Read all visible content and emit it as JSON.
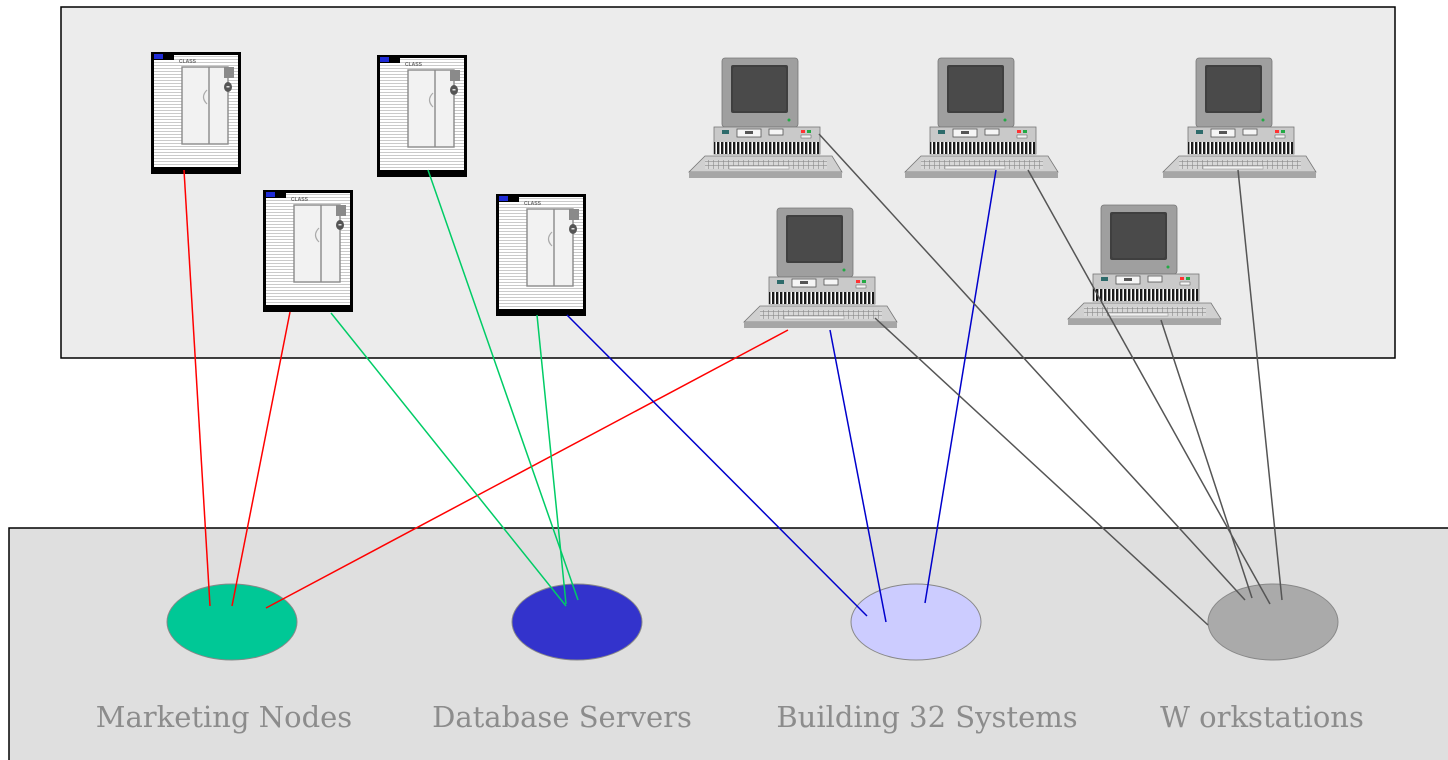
{
  "server_class_text": "CLASS",
  "groups": [
    {
      "id": "marketing",
      "label": "Marketing Nodes",
      "fill": "#00c896"
    },
    {
      "id": "database",
      "label": "Database Servers",
      "fill": "#3333cc"
    },
    {
      "id": "building",
      "label": "Building 32  Systems",
      "fill": "#ccccff"
    },
    {
      "id": "workstations",
      "label": "W orkstations",
      "fill": "#aaaaaa"
    }
  ],
  "link_colors": {
    "red": "#ff0000",
    "green": "#00cc66",
    "blue": "#0000cc",
    "gray": "#555555"
  },
  "connections": [
    {
      "from": "server-1",
      "to": "marketing",
      "color": "red"
    },
    {
      "from": "server-2",
      "to": "marketing",
      "color": "red"
    },
    {
      "from": "pc-4",
      "to": "marketing",
      "color": "red"
    },
    {
      "from": "server-2",
      "to": "database",
      "color": "green"
    },
    {
      "from": "server-3",
      "to": "database",
      "color": "green"
    },
    {
      "from": "server-4",
      "to": "database",
      "color": "green"
    },
    {
      "from": "server-4",
      "to": "building",
      "color": "blue"
    },
    {
      "from": "pc-2",
      "to": "building",
      "color": "blue"
    },
    {
      "from": "pc-4",
      "to": "building",
      "color": "blue"
    },
    {
      "from": "pc-1",
      "to": "workstations",
      "color": "gray"
    },
    {
      "from": "pc-2",
      "to": "workstations",
      "color": "gray"
    },
    {
      "from": "pc-3",
      "to": "workstations",
      "color": "gray"
    },
    {
      "from": "pc-4",
      "to": "workstations",
      "color": "gray"
    },
    {
      "from": "pc-5",
      "to": "workstations",
      "color": "gray"
    }
  ]
}
